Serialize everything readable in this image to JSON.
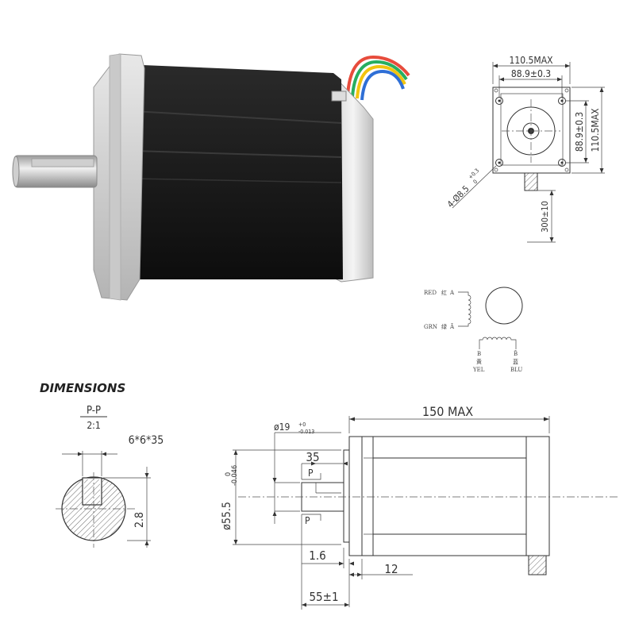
{
  "photo": {
    "subject": "NEMA 42 stepper motor",
    "wire_colors": [
      "#e74c3c",
      "#27ae60",
      "#f1c40f",
      "#2f6fd6"
    ]
  },
  "front_view": {
    "outer_width": "110.5MAX",
    "hole_spacing_h": "88.9±0.3",
    "hole_spacing_v": "88.9±0.3",
    "outer_height": "110.5MAX",
    "holes": "4-Ø8.5",
    "holes_tol": "+0.3",
    "holes_tol2": "0",
    "lead_length": "300±10"
  },
  "wiring": {
    "red": "RED",
    "red_cn": "红",
    "phase_a": "A",
    "grn": "GRN",
    "grn_cn": "绿",
    "phase_a_bar": "Ā",
    "b_left": "B",
    "b_left_cn": "黄",
    "yel": "YEL",
    "b_right": "B̄",
    "b_right_cn": "蓝",
    "blu": "BLU"
  },
  "section": {
    "heading": "DIMENSIONS",
    "pp": "P-P",
    "scale": "2:1",
    "key": "6*6*35",
    "depth": "2.8"
  },
  "side_view": {
    "length": "150 MAX",
    "shaft_dia": "ø19",
    "shaft_tol_up": "+0",
    "shaft_tol_dn": "-0.013",
    "key_len": "35",
    "p_top": "P",
    "p_bottom": "P",
    "pilot_dia": "ø55.5",
    "pilot_tol_up": "0",
    "pilot_tol_dn": "-0.046",
    "pilot_height": "1.6",
    "flange": "12",
    "shaft_len": "55±1"
  }
}
